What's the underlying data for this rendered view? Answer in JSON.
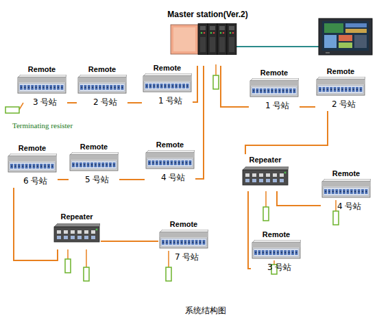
{
  "diagram": {
    "caption": "系统结构图",
    "nodes": [
      {
        "text": [
          "Master station(Ver.2)"
        ]
      },
      {
        "text": [
          "Remote",
          "3 号站"
        ]
      },
      {
        "text": [
          "Remote",
          "2 号站"
        ]
      },
      {
        "text": [
          "Remote",
          "1 号站"
        ]
      },
      {
        "text": [
          "Remote",
          "1 号站"
        ]
      },
      {
        "text": [
          "Remote",
          "2 号站"
        ]
      },
      {
        "text": [
          "Remote",
          "6 号站"
        ]
      },
      {
        "text": [
          "Remote",
          "5 号站"
        ]
      },
      {
        "text": [
          "Remote",
          "4 号站"
        ]
      },
      {
        "text": [
          "Repeater"
        ]
      },
      {
        "text": [
          "Remote",
          "4 号站"
        ]
      },
      {
        "text": [
          "Repeater"
        ]
      },
      {
        "text": [
          "Remote",
          "7 号站"
        ]
      },
      {
        "text": [
          "Remote",
          "3 号站"
        ]
      }
    ],
    "edges": [
      {
        "from": 0,
        "to": 3,
        "arrow": "none"
      },
      {
        "from": 3,
        "to": 2,
        "arrow": "none"
      },
      {
        "from": 2,
        "to": 1,
        "arrow": "none"
      },
      {
        "from": 0,
        "to": 8,
        "arrow": "none"
      },
      {
        "from": 8,
        "to": 7,
        "arrow": "none"
      },
      {
        "from": 7,
        "to": 6,
        "arrow": "none"
      },
      {
        "from": 6,
        "to": 11,
        "arrow": "none"
      },
      {
        "from": 11,
        "to": 12,
        "arrow": "none"
      },
      {
        "from": 0,
        "to": 4,
        "arrow": "none"
      },
      {
        "from": 4,
        "to": 5,
        "arrow": "none"
      },
      {
        "from": 5,
        "to": 9,
        "arrow": "none"
      },
      {
        "from": 9,
        "to": 10,
        "arrow": "none"
      },
      {
        "from": 9,
        "to": 13,
        "arrow": "none"
      }
    ],
    "labels": [
      "Terminating resister"
    ]
  }
}
